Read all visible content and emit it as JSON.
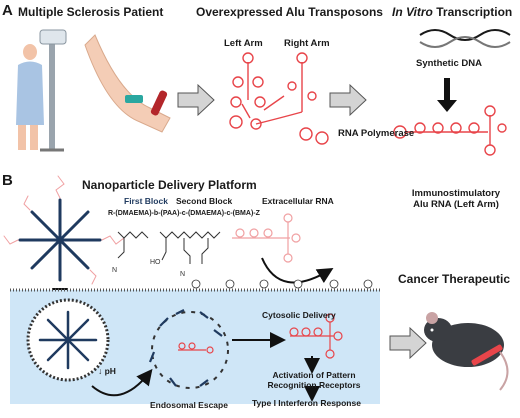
{
  "panelA": {
    "letter": "A",
    "patient_title": "Multiple Sclerosis Patient",
    "alu_title": "Overexpressed Alu Transposons",
    "left_arm": "Left Arm",
    "right_arm": "Right Arm",
    "ivt_title_italic": "In Vitro",
    "ivt_title_rest": " Transcription",
    "synthetic_dna": "Synthetic DNA",
    "rna_polymerase": "RNA Polymerase"
  },
  "panelB": {
    "letter": "B",
    "platform_title": "Nanoparticle Delivery Platform",
    "first_block": "First Block",
    "second_block": "Second Block",
    "extracellular_rna": "Extracellular RNA",
    "polymer_formula": "R-(DMAEMA)-b-(PAA)-c-(DMAEMA)-c-(BMA)-Z",
    "immuno_line1": "Immunostimulatory",
    "immuno_line2": "Alu RNA (Left Arm)",
    "cancer_title": "Cancer Therapeutic",
    "cytosolic": "Cytosolic Delivery",
    "activation_line1": "Activation of Pattern",
    "activation_line2": "Recognition Receptors",
    "interferon": "Type I Interferon Response",
    "endosomal": "Endosomal Escape",
    "ph": "↓ pH"
  },
  "colors": {
    "rna_red": "#e8454a",
    "polymer_navy": "#1f3a5f",
    "cell_blue": "#cfe6f7",
    "arrow_gray": "#d4d4d4",
    "membrane": "#333333"
  }
}
